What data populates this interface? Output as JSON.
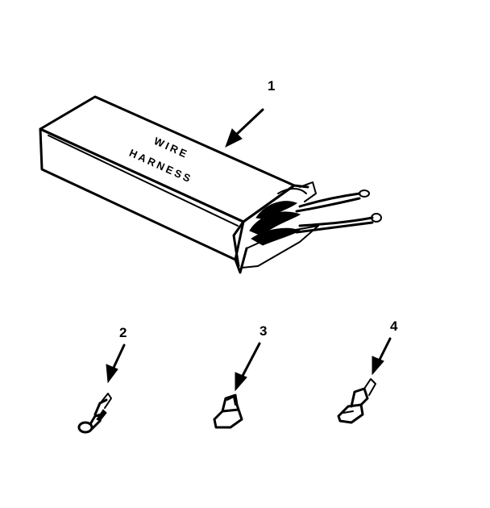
{
  "diagram": {
    "box_label_line1": "WIRE",
    "box_label_line2": "HARNESS",
    "callouts": [
      "1",
      "2",
      "3",
      "4"
    ]
  }
}
